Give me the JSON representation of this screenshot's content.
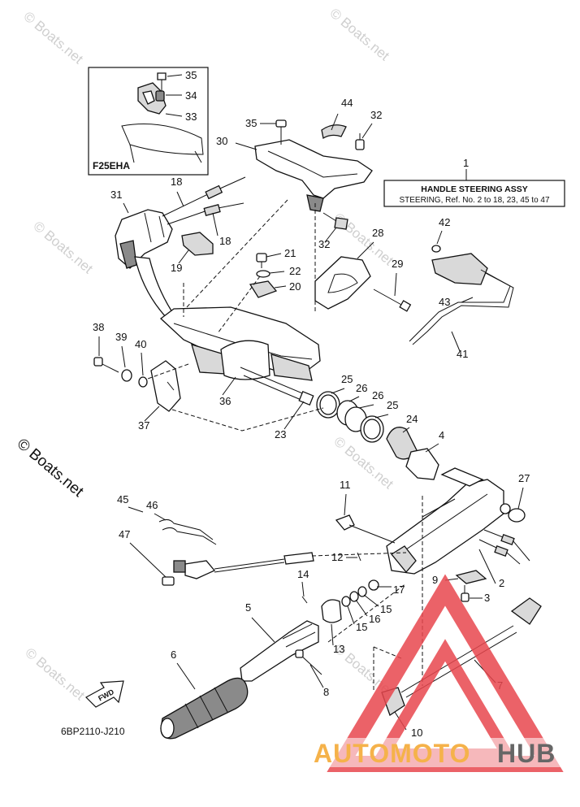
{
  "watermark": "© Boats.net",
  "inset": {
    "model": "F25EHA",
    "callouts": [
      "35",
      "34",
      "33"
    ]
  },
  "spec_box": {
    "ref_no": "1",
    "line1": "HANDLE STEERING ASSY",
    "line2": "STEERING,  Ref. No.  2 to 18, 23, 45 to 47"
  },
  "callouts": [
    "44",
    "32",
    "35",
    "30",
    "18",
    "31",
    "18",
    "19",
    "21",
    "22",
    "20",
    "28",
    "29",
    "42",
    "43",
    "41",
    "32",
    "38",
    "39",
    "40",
    "36",
    "37",
    "23",
    "25",
    "26",
    "26",
    "25",
    "24",
    "4",
    "27",
    "11",
    "45",
    "46",
    "47",
    "12",
    "9",
    "2",
    "3",
    "14",
    "17",
    "15",
    "16",
    "15",
    "13",
    "5",
    "6",
    "8",
    "7",
    "10"
  ],
  "fwd_label": "FWD",
  "figure_code": "6BP2110-J210",
  "logo": {
    "text_left": "AUTOMOTO",
    "text_right": "HUB",
    "color_left": "#f5b24a",
    "color_right": "#666666",
    "triangle_color": "#e8474e"
  }
}
